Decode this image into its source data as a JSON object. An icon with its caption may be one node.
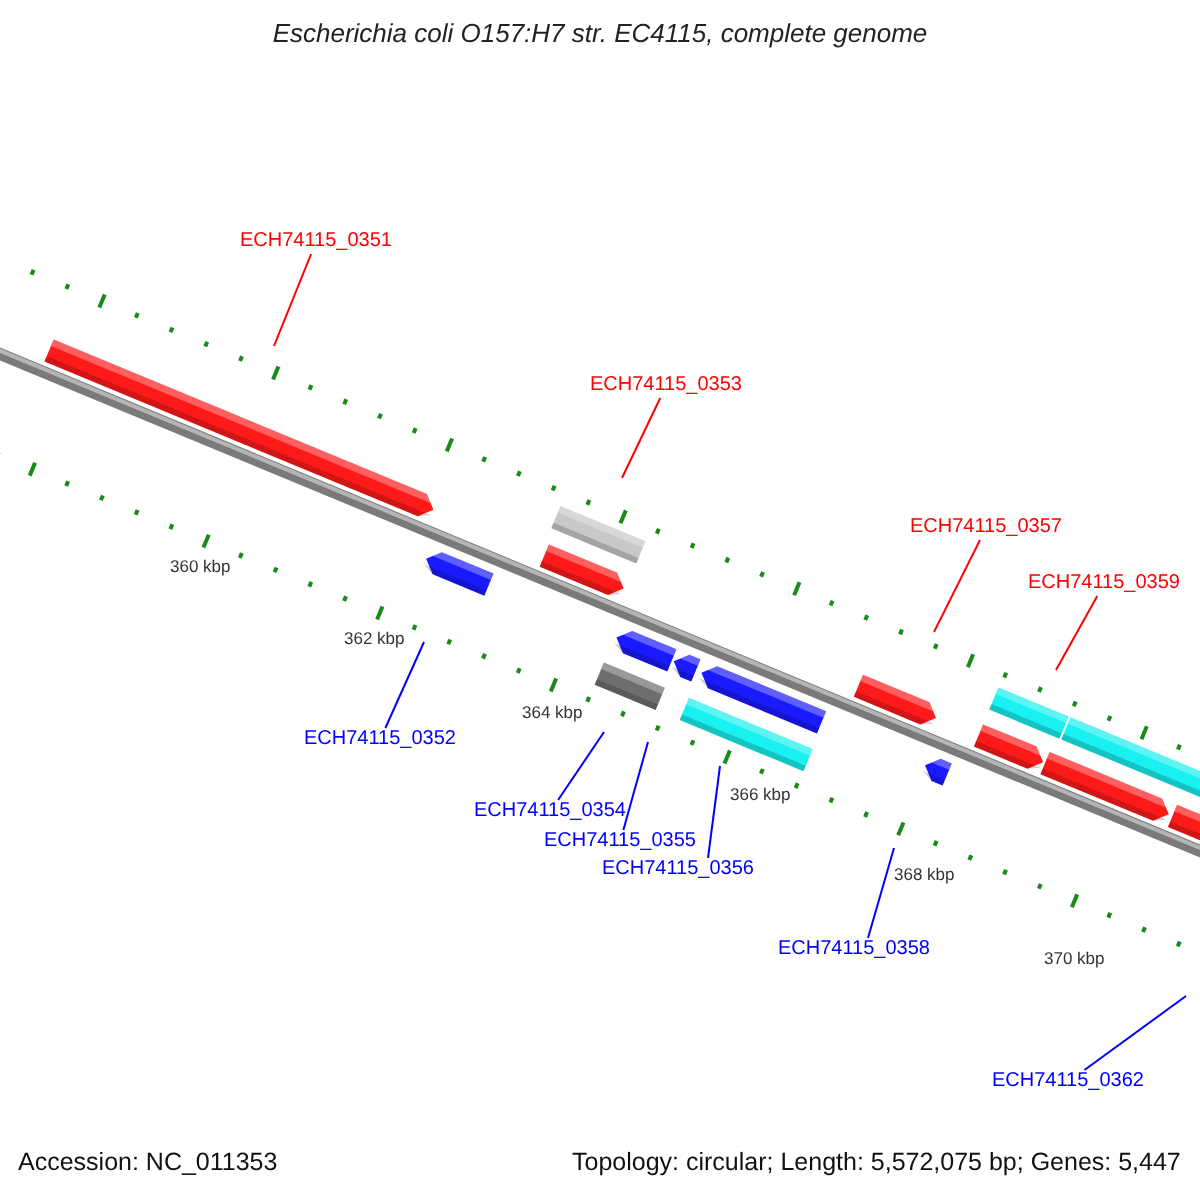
{
  "diagram": {
    "title": "Escherichia coli O157:H7 str. EC4115, complete genome",
    "nodes": [
      {
        "text": [
          "ECH74115_0351"
        ]
      },
      {
        "text": [
          "ECH74115_0353"
        ]
      },
      {
        "text": [
          "ECH74115_0357"
        ]
      },
      {
        "text": [
          "ECH74115_0359"
        ]
      },
      {
        "text": [
          "ECH74115_0352"
        ]
      },
      {
        "text": [
          "ECH74115_0354"
        ]
      },
      {
        "text": [
          "ECH74115_0355"
        ]
      },
      {
        "text": [
          "ECH74115_0356"
        ]
      },
      {
        "text": [
          "ECH74115_0358"
        ]
      },
      {
        "text": [
          "ECH74115_0362"
        ]
      }
    ],
    "edges": [
      {
        "from": 0,
        "to": null,
        "arrow": "none",
        "color": "#ff0000"
      },
      {
        "from": 1,
        "to": null,
        "arrow": "none",
        "color": "#ff0000"
      },
      {
        "from": 2,
        "to": null,
        "arrow": "none",
        "color": "#ff0000"
      },
      {
        "from": 3,
        "to": null,
        "arrow": "none",
        "color": "#ff0000"
      },
      {
        "from": 4,
        "to": null,
        "arrow": "none"
      },
      {
        "from": 5,
        "to": null,
        "arrow": "none"
      },
      {
        "from": 6,
        "to": null,
        "arrow": "none"
      },
      {
        "from": 7,
        "to": null,
        "arrow": "none"
      },
      {
        "from": 8,
        "to": null,
        "arrow": "none"
      },
      {
        "from": 9,
        "to": null,
        "arrow": "none"
      }
    ],
    "labels": [
      "360 kbp",
      "362 kbp",
      "364 kbp",
      "366 kbp",
      "368 kbp",
      "370 kbp",
      "Accession: NC_011353",
      "Topology: circular; Length: 5,572,075 bp; Genes: 5,447"
    ]
  }
}
